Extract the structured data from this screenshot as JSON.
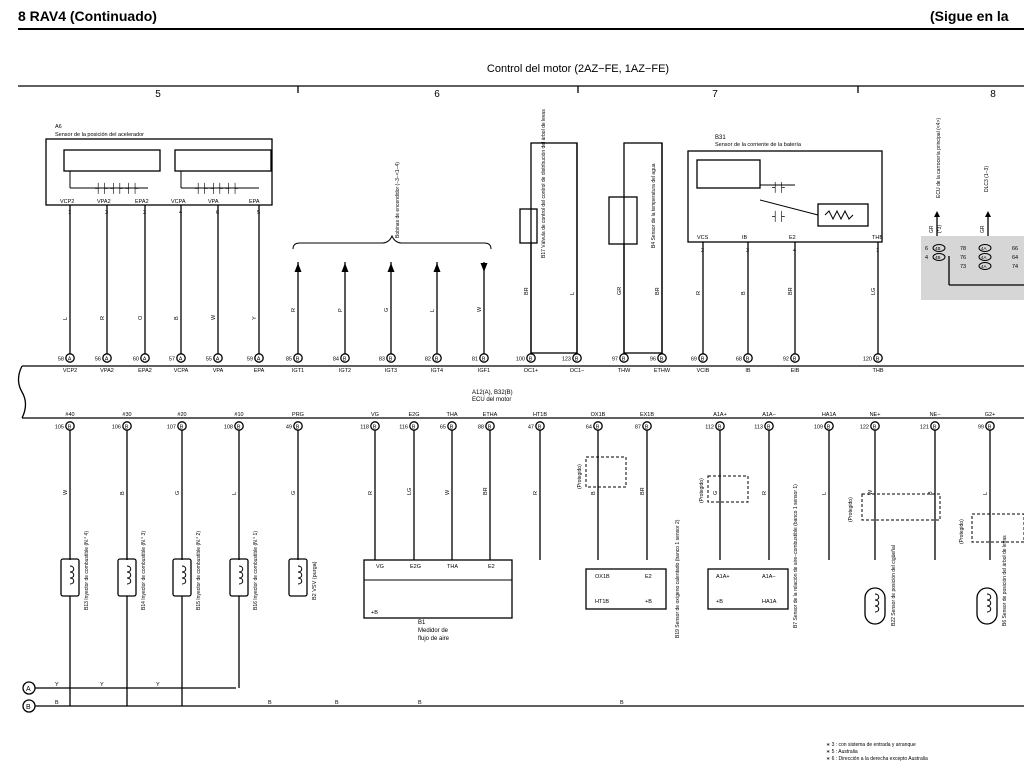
{
  "header": {
    "title": "8 RAV4 (Continuado)",
    "continued": "(Sigue en la"
  },
  "diagram": {
    "title": "Control del motor (2AZ−FE,  1AZ−FE)",
    "sections": [
      "5",
      "6",
      "7",
      "8"
    ],
    "ecu": {
      "code": "A12(A), B32(B)",
      "name": "ECU del motor"
    },
    "components": {
      "a6": {
        "code": "A6",
        "name": "Sensor de la posición del acelerador",
        "pins": [
          "VCP2",
          "VPA2",
          "EPA2",
          "VCPA",
          "VPA",
          "EPA"
        ],
        "nums": [
          "1",
          "3",
          "2",
          "4",
          "6",
          "5"
        ]
      },
      "coils": {
        "name": "Bobinas de encendidor (−3−<1−4)"
      },
      "b17": {
        "name": "B17 Válvula de control del control de distribución del árbol de levas"
      },
      "b4": {
        "name": "B4 Sensor de la temperatura del agua"
      },
      "b31": {
        "code": "B31",
        "name": "Sensor de la corriente de la batería",
        "pins": [
          "VCS",
          "IB",
          "E2",
          "THB"
        ],
        "nums": [
          "2",
          "3",
          "4",
          "1"
        ]
      },
      "ecu_carroceria": {
        "name": "ECU de la carrocería principal (<4>)"
      },
      "dlc3": {
        "name": "DLC3 (1−3)"
      },
      "b1": {
        "code": "B1",
        "name1": "Medidor de",
        "name2": "flujo de aire",
        "pins": [
          "VG",
          "E2G",
          "THA",
          "E2",
          "+B"
        ]
      },
      "b19": {
        "name": "B19 Sensor de oxígeno calentado (banco 1 sensor 2)",
        "pins": [
          "OX1B",
          "E2",
          "HT1B",
          "+B"
        ]
      },
      "b7": {
        "name": "B7 Sensor de la relación de aire−combustible (banco 1 sensor 1)",
        "pins": [
          "A1A+",
          "A1A−",
          "+B",
          "HA1A"
        ]
      },
      "b22": {
        "name": "B22 Sensor de posición del cigüeñal"
      },
      "b6": {
        "name": "B6 Sensor de posición del árbol de levas"
      },
      "b2": {
        "name": "B2 VSV (purga)"
      },
      "injectors": [
        "B13 Inyector de combustible (N.° 4)",
        "B14 Inyector de combustible (N.° 3)",
        "B15 Inyector de combustible (N.° 2)",
        "B16 Inyector de combustible (N.° 1)"
      ],
      "protegido": "(Protegido)"
    },
    "top_pins": [
      {
        "num": "58",
        "conn": "A",
        "label": "VCP2"
      },
      {
        "num": "56",
        "conn": "A",
        "label": "VPA2"
      },
      {
        "num": "60",
        "conn": "A",
        "label": "EPA2"
      },
      {
        "num": "57",
        "conn": "A",
        "label": "VCPA"
      },
      {
        "num": "55",
        "conn": "A",
        "label": "VPA"
      },
      {
        "num": "59",
        "conn": "A",
        "label": "EPA"
      },
      {
        "num": "85",
        "conn": "B",
        "label": "IGT1"
      },
      {
        "num": "84",
        "conn": "B",
        "label": "IGT2"
      },
      {
        "num": "83",
        "conn": "B",
        "label": "IGT3"
      },
      {
        "num": "82",
        "conn": "B",
        "label": "IGT4"
      },
      {
        "num": "81",
        "conn": "B",
        "label": "IGF1"
      },
      {
        "num": "100",
        "conn": "B",
        "label": "OC1+"
      },
      {
        "num": "123",
        "conn": "B",
        "label": "OC1−"
      },
      {
        "num": "97",
        "conn": "B",
        "label": "THW"
      },
      {
        "num": "96",
        "conn": "B",
        "label": "ETHW"
      },
      {
        "num": "69",
        "conn": "B",
        "label": "VCIB"
      },
      {
        "num": "68",
        "conn": "B",
        "label": "IB"
      },
      {
        "num": "92",
        "conn": "B",
        "label": "EIB"
      },
      {
        "num": "120",
        "conn": "B",
        "label": "THB"
      }
    ],
    "bottom_pins": [
      {
        "num": "105",
        "conn": "B",
        "label": "#40"
      },
      {
        "num": "106",
        "conn": "B",
        "label": "#30"
      },
      {
        "num": "107",
        "conn": "B",
        "label": "#20"
      },
      {
        "num": "108",
        "conn": "B",
        "label": "#10"
      },
      {
        "num": "49",
        "conn": "B",
        "label": "PRG"
      },
      {
        "num": "118",
        "conn": "B",
        "label": "VG"
      },
      {
        "num": "116",
        "conn": "B",
        "label": "E2G"
      },
      {
        "num": "65",
        "conn": "B",
        "label": "THA"
      },
      {
        "num": "88",
        "conn": "B",
        "label": "ETHA"
      },
      {
        "num": "47",
        "conn": "B",
        "label": "HT1B"
      },
      {
        "num": "64",
        "conn": "B",
        "label": "OX1B"
      },
      {
        "num": "87",
        "conn": "B",
        "label": "EX1B"
      },
      {
        "num": "112",
        "conn": "B",
        "label": "A1A+"
      },
      {
        "num": "113",
        "conn": "B",
        "label": "A1A−"
      },
      {
        "num": "109",
        "conn": "B",
        "label": "HA1A"
      },
      {
        "num": "122",
        "conn": "B",
        "label": "NE+"
      },
      {
        "num": "121",
        "conn": "B",
        "label": "NE−"
      },
      {
        "num": "99",
        "conn": "B",
        "label": "G2+"
      }
    ],
    "wire_colors_top": [
      "L",
      "R",
      "O",
      "B",
      "W",
      "Y",
      "R",
      "P",
      "G",
      "L",
      "W",
      "BR",
      "L",
      "GR",
      "BR",
      "R",
      "B",
      "BR",
      "LG"
    ],
    "wire_colors_bottom": [
      "W",
      "B",
      "G",
      "L",
      "G",
      "R",
      "LG",
      "W",
      "BR",
      "R",
      "B",
      "BR",
      "G",
      "R",
      "L",
      "W",
      "B",
      "L"
    ],
    "dlc": {
      "rows": [
        {
          "pin": "6",
          "conn": "4B",
          "num": "78",
          "c2": "4A",
          "n2": "66"
        },
        {
          "pin": "4",
          "conn": "4B",
          "num": "76",
          "c2": "4A",
          "n2": "64"
        },
        {
          "pin": "",
          "conn": "",
          "num": "73",
          "c2": "4A",
          "n2": "74"
        }
      ],
      "gr": "GR",
      "note1": "(*3)"
    },
    "buses": [
      "A",
      "B"
    ],
    "bus_letters": [
      "Y",
      "Y",
      "Y",
      "B",
      "B",
      "B",
      "B",
      "B"
    ],
    "notes": [
      "∗ 3 : con sistema de entrada y arranque",
      "∗ 5 : Australia",
      "∗ 6 : Dirección a la derecha excepto Australia"
    ]
  }
}
